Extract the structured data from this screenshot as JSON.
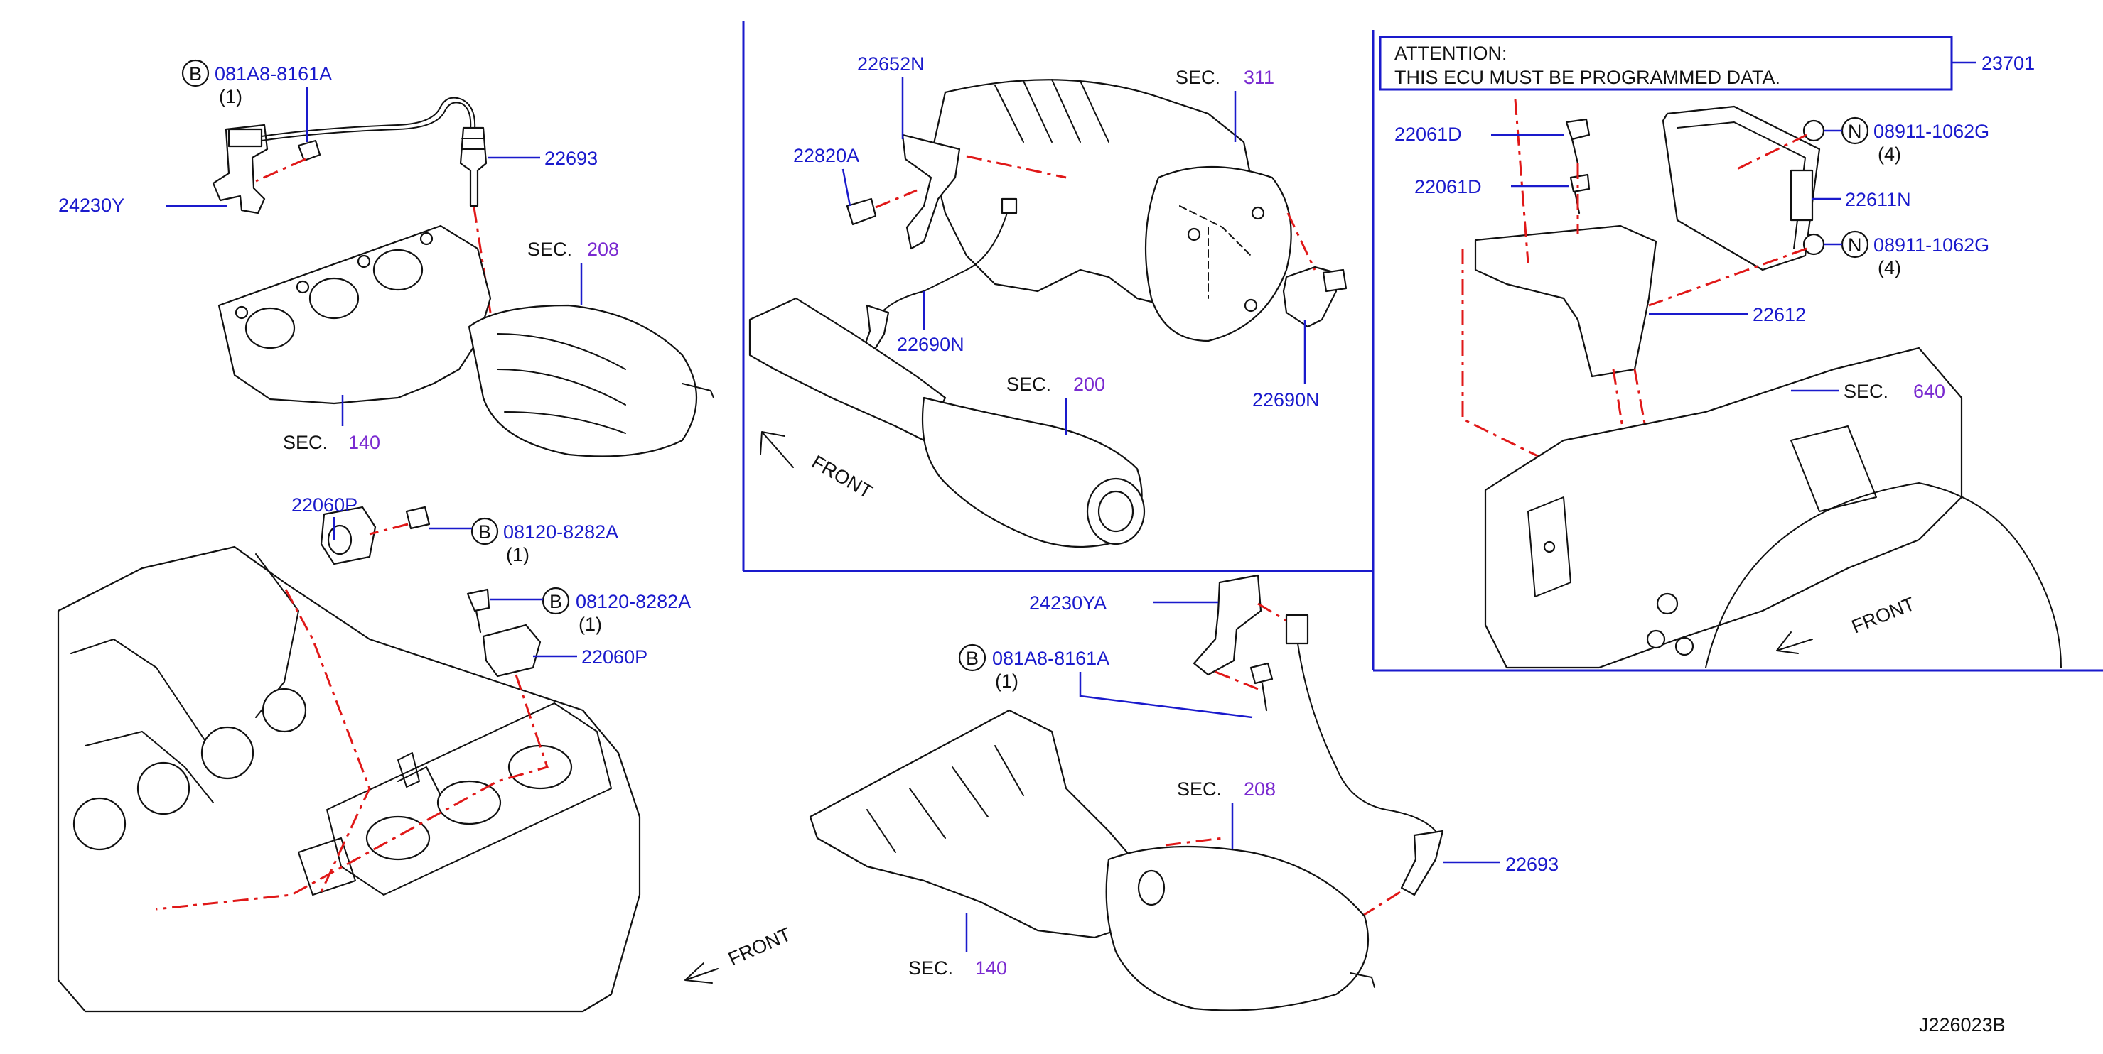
{
  "diagram_id": "J226023B",
  "attention": {
    "title": "ATTENTION:",
    "body": "THIS  ECU  MUST  BE  PROGRAMMED  DATA."
  },
  "sec_word": "SEC.",
  "front_word": "FRONT",
  "parts": {
    "p081a8_top": {
      "badge": "B",
      "code": "081A8-8161A",
      "qty": "(1)"
    },
    "p24230y": "24230Y",
    "p22693_top": "22693",
    "sec208_top": "208",
    "sec140_top": "140",
    "p22652n": "22652N",
    "p22820a": "22820A",
    "p22690n_left": "22690N",
    "sec311": "311",
    "sec200": "200",
    "p22690n_right": "22690N",
    "p23701": "23701",
    "p22061d_a": "22061D",
    "p22061d_b": "22061D",
    "p08911_a": {
      "badge": "N",
      "code": "08911-1062G",
      "qty": "(4)"
    },
    "p22611n": "22611N",
    "p08911_b": {
      "badge": "N",
      "code": "08911-1062G",
      "qty": "(4)"
    },
    "p22612": "22612",
    "sec640": "640",
    "p22060p_a": "22060P",
    "p08120_a": {
      "badge": "B",
      "code": "08120-8282A",
      "qty": "(1)"
    },
    "p08120_b": {
      "badge": "B",
      "code": "08120-8282A",
      "qty": "(1)"
    },
    "p22060p_b": "22060P",
    "p24230ya": "24230YA",
    "p081a8_bot": {
      "badge": "B",
      "code": "081A8-8161A",
      "qty": "(1)"
    },
    "sec208_bot": "208",
    "p22693_bot": "22693",
    "sec140_bot": "140"
  }
}
